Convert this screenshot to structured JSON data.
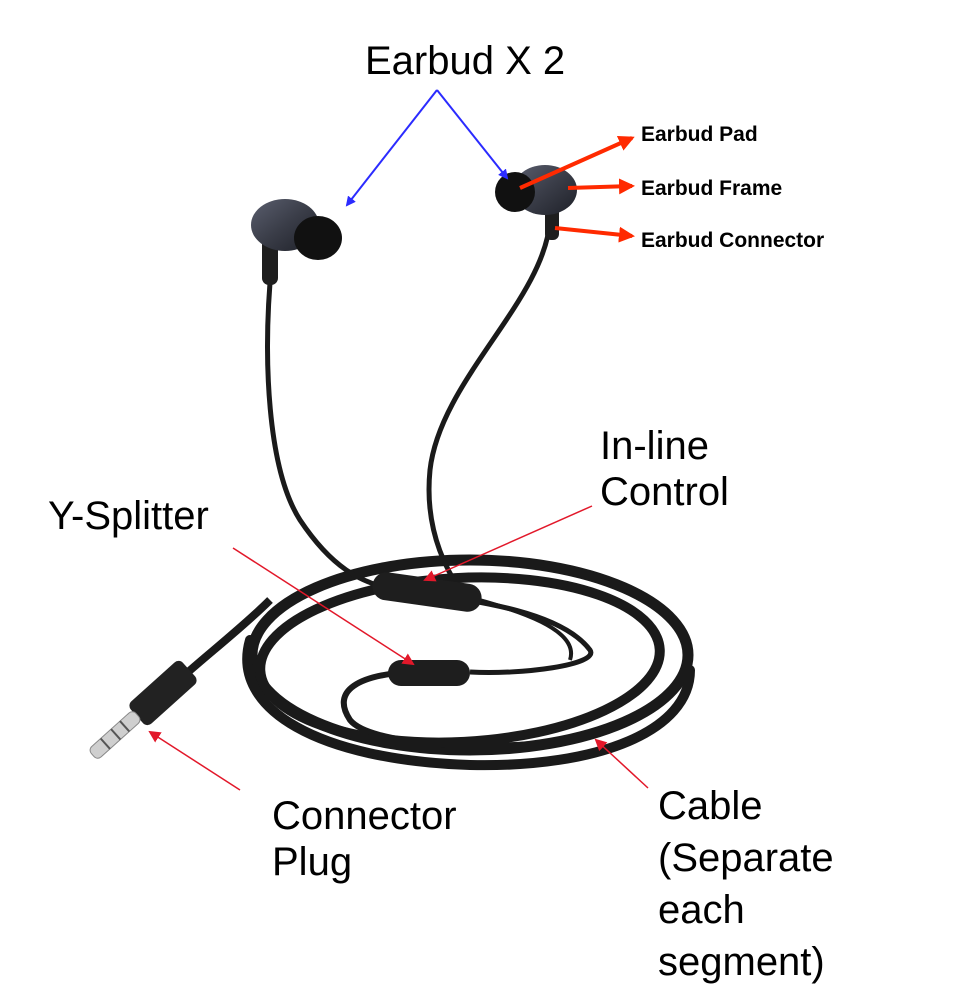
{
  "labels": {
    "title": "Earbud X 2",
    "earbud_pad": "Earbud Pad",
    "earbud_frame": "Earbud Frame",
    "earbud_connector": "Earbud Connector",
    "inline_control": [
      "In-line",
      "Control"
    ],
    "y_splitter": "Y-Splitter",
    "connector_plug": [
      "Connector",
      "Plug"
    ],
    "cable": [
      "Cable",
      "(Separate",
      "each",
      "segment)"
    ]
  },
  "colors": {
    "blue_arrow": "#2b2bff",
    "red_arrow": "#e2182a",
    "orange_red_arrow": "#ff2a00",
    "cable": "#1a1a1a",
    "earbud": "#3a3d48"
  }
}
